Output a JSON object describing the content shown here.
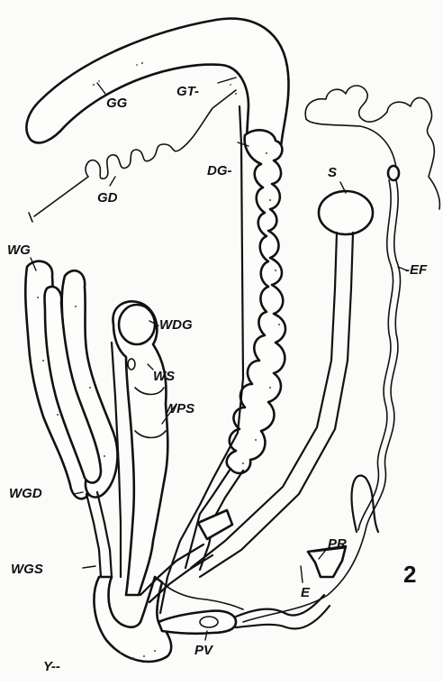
{
  "figure": {
    "number": "2",
    "labels": {
      "gg": "GG",
      "gt": "GT-",
      "gd": "GD",
      "dg": "DG-",
      "s": "S",
      "ef": "-EF",
      "wg": "WG",
      "wdg": "-WDG",
      "ws": "WS",
      "wps": "WPS",
      "wgd": "WGD",
      "pr": "PR",
      "wgs": "WGS",
      "e": "E",
      "y": "Y--",
      "pv": "PV"
    }
  }
}
